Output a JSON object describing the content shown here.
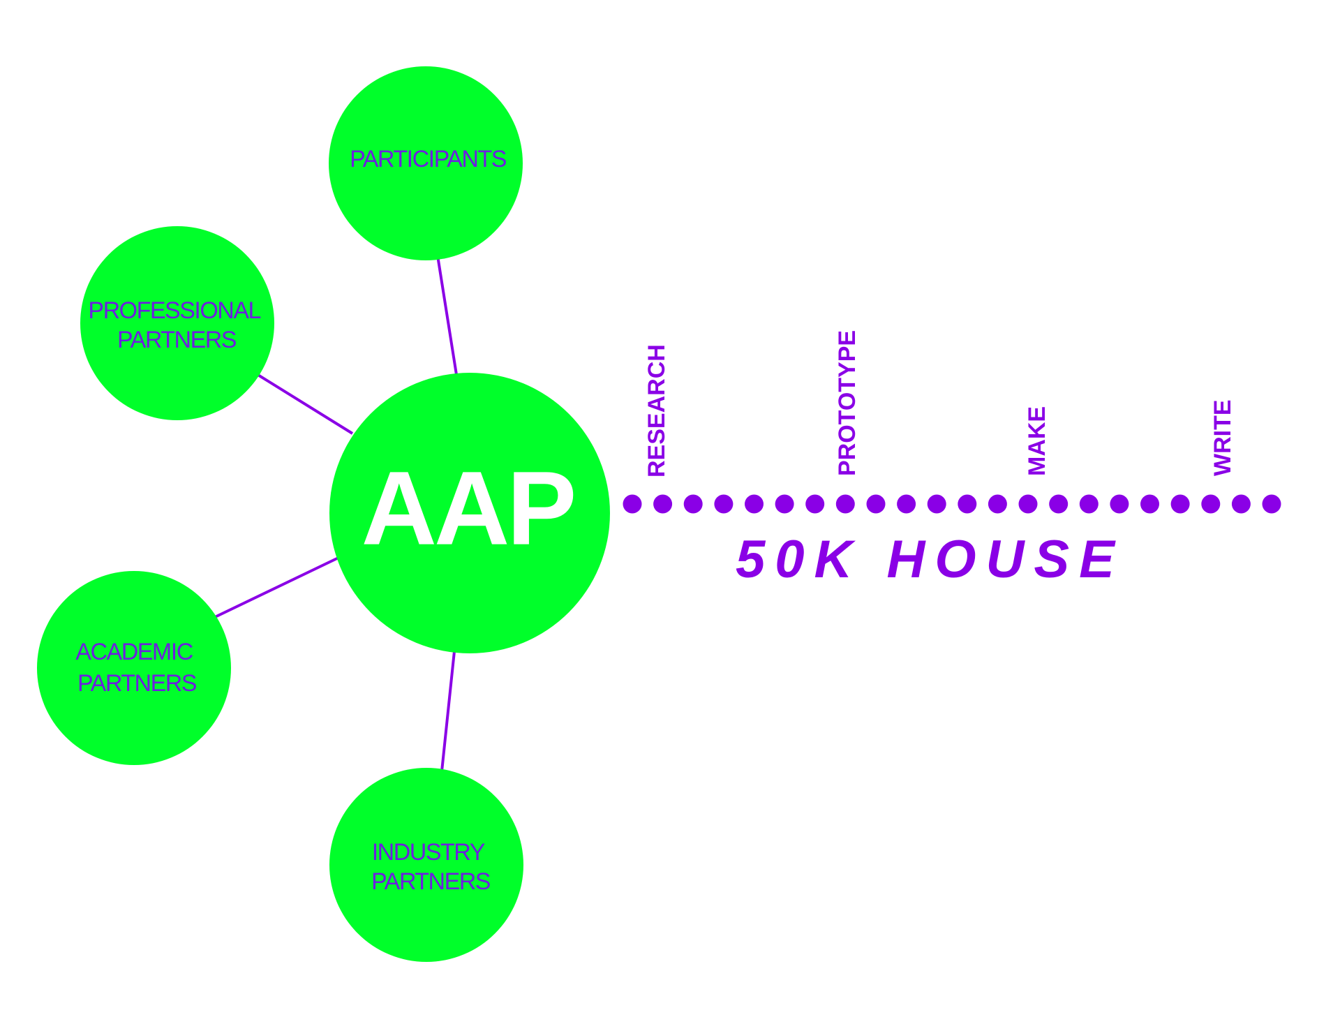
{
  "colors": {
    "node_fill": "#00ff2a",
    "accent": "#8a00e6",
    "node_text": "#6d1fe0",
    "hub_text": "#ffffff",
    "background": "#ffffff"
  },
  "hub": {
    "label": "AAP"
  },
  "nodes": [
    {
      "id": "participants",
      "lines": [
        "PARTICIPANTS"
      ]
    },
    {
      "id": "professional-partners",
      "lines": [
        "PROFESSIONAL",
        "PARTNERS"
      ]
    },
    {
      "id": "academic-partners",
      "lines": [
        "ACADEMIC",
        "PARTNERS"
      ]
    },
    {
      "id": "industry-partners",
      "lines": [
        "INDUSTRY",
        "PARTNERS"
      ]
    }
  ],
  "timeline": {
    "dot_count": 22,
    "phases": [
      "RESEARCH",
      "PROTOTYPE",
      "MAKE",
      "WRITE"
    ],
    "project_label": "50K HOUSE"
  }
}
